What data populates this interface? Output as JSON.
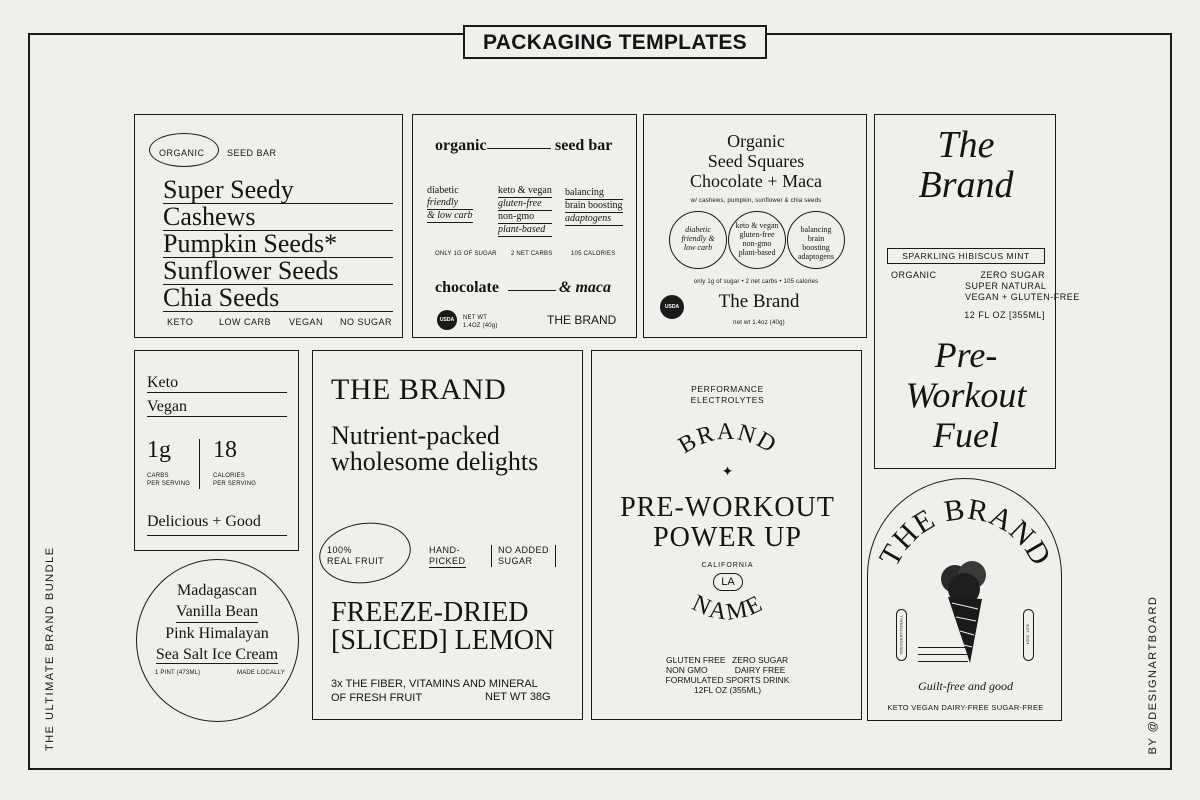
{
  "header": {
    "title": "PACKAGING TEMPLATES",
    "left_vertical": "THE ULTIMATE BRAND BUNDLE",
    "right_vertical": "BY @DESIGNARTBOARD"
  },
  "card1": {
    "badge": "ORGANIC",
    "type": "SEED BAR",
    "lines": [
      "Super Seedy",
      "Cashews",
      "Pumpkin Seeds*",
      "Sunflower Seeds",
      "Chia Seeds"
    ],
    "tags": [
      "KETO",
      "LOW CARB",
      "VEGAN",
      "NO SUGAR"
    ]
  },
  "card2": {
    "left": "organic",
    "right": "seed bar",
    "col1": [
      "diabetic",
      "friendly",
      "& low carb"
    ],
    "col2": [
      "keto & vegan",
      "gluten-free",
      "non-gmo",
      "plant-based"
    ],
    "col3": [
      "balancing",
      "brain boosting",
      "adaptogens"
    ],
    "facts": [
      "ONLY 1G OF SUGAR",
      "2 NET CARBS",
      "105 CALORIES"
    ],
    "flavor_left": "chocolate",
    "flavor_right": "& maca",
    "usda": "USDA",
    "net": [
      "NET WT",
      "1.4OZ (40g)"
    ],
    "brand": "THE BRAND"
  },
  "card3": {
    "title": [
      "Organic",
      "Seed Squares",
      "Chocolate + Maca"
    ],
    "sub": "w/ cashews, pumpkin, sunflower & chia seeds",
    "c1": "diabetic friendly & low carb",
    "c2": "keto & vegan gluten-free non-gmo plant-based",
    "c3": "balancing brain boosting adaptogens",
    "facts": "only 1g of sugar  •  2 net carbs  •  105 calories",
    "usda": "USDA",
    "brand": "The Brand",
    "net": "net wt 1.4oz (40g)"
  },
  "card4": {
    "brand": [
      "The",
      "Brand"
    ],
    "flavor": "SPARKLING HIBISCUS MINT",
    "left": "ORGANIC",
    "right": [
      "ZERO SUGAR",
      "SUPER NATURAL",
      "VEGAN + GLUTEN-FREE"
    ],
    "volume": "12 FL OZ [355ML]",
    "product": [
      "Pre-",
      "Workout",
      "Fuel"
    ]
  },
  "card5": {
    "lines": [
      "Keto",
      "Vegan"
    ],
    "n1": "1g",
    "l1": [
      "CARBS",
      "PER SERVING"
    ],
    "n2": "18",
    "l2": [
      "CALORIES",
      "PER SERVING"
    ],
    "footer": "Delicious + Good"
  },
  "card6": {
    "brand": "THE BRAND",
    "tagline": [
      "Nutrient-packed",
      "wholesome delights"
    ],
    "b1": [
      "100%",
      "REAL FRUIT"
    ],
    "b2": [
      "HAND-",
      "PICKED"
    ],
    "b3": [
      "NO ADDED",
      "SUGAR"
    ],
    "product": [
      "FREEZE-DRIED",
      "[SLICED] LEMON"
    ],
    "desc": [
      "3x THE FIBER, VITAMINS AND MINERAL",
      "OF FRESH FRUIT"
    ],
    "net": "NET WT 38G"
  },
  "card7": {
    "top": [
      "PERFORMANCE",
      "ELECTROLYTES"
    ],
    "arc_top": "BRAND",
    "product": [
      "PRE-WORKOUT",
      "POWER UP"
    ],
    "state": "CALIFORNIA",
    "badge": "LA",
    "arc_bottom": "NAME",
    "left_facts": [
      "GLUTEN FREE",
      "NON GMO"
    ],
    "right_facts": [
      "ZERO SUGAR",
      "DAIRY FREE"
    ],
    "formula": "FORMULATED SPORTS DRINK",
    "volume": "12FL OZ (355ML)"
  },
  "card8": {
    "arc": "THE BRAND",
    "script": "Guilt-free and good",
    "footer": "KETO VEGAN DAIRY-FREE SUGAR-FREE",
    "side_left": "#DESSERTFORALL",
    "side_right": "EST. 2024"
  },
  "card9": {
    "lines": [
      "Madagascan",
      "Vanilla Bean",
      "Pink Himalayan",
      "Sea Salt Ice Cream"
    ],
    "left": "1 PINT (473ML)",
    "right": "MADE LOCALLY"
  }
}
